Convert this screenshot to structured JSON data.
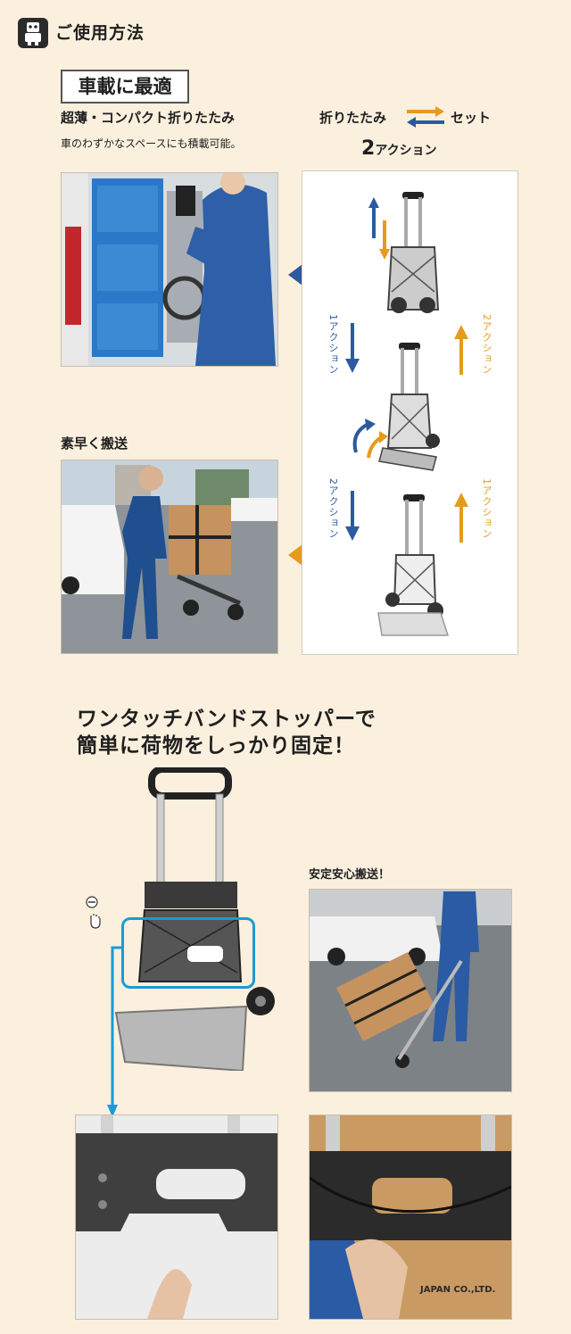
{
  "header": {
    "title": "ご使用方法",
    "icon": "robot-icon"
  },
  "section1": {
    "box_title": "車載に最適",
    "subtitle": "超薄・コンパクト折りたたみ",
    "description": "車のわずかなスペースにも積載可能。",
    "fold_label": "折りたたみ",
    "set_label": "セット",
    "action_number": "2",
    "action_suffix": "アクション",
    "quick_label": "素早く搬送",
    "steps": {
      "left_top": "1アクション",
      "right_top": "2アクション",
      "left_bottom": "2アクション",
      "right_bottom": "1アクション"
    }
  },
  "section2": {
    "headline_line1": "ワンタッチバンドストッパーで",
    "headline_line2": "簡単に荷物をしっかり固定！",
    "safe_label": "安定安心搬送！",
    "box_text": "JAPAN CO.,LTD."
  },
  "colors": {
    "blue": "#2c5aa0",
    "orange": "#e69a1e",
    "background": "#fbf0de",
    "cyan": "#1a9ad6"
  }
}
